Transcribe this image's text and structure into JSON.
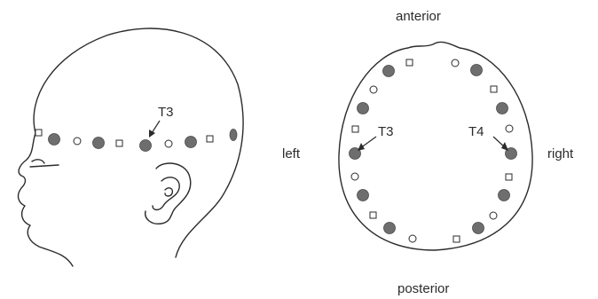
{
  "labels": {
    "anterior": "anterior",
    "posterior": "posterior",
    "left": "left",
    "right": "right",
    "side_t3": "T3",
    "top_t3": "T3",
    "top_t4": "T4"
  },
  "colors": {
    "line": "#2b2b2b",
    "filled_electrode": "#6e6e6e"
  },
  "legend_of_marker_kinds": [
    "filled-circle",
    "hollow-circle",
    "square"
  ]
}
